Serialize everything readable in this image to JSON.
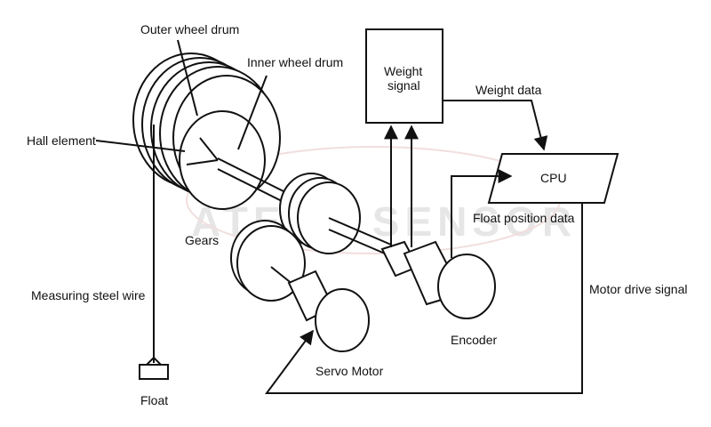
{
  "labels": {
    "outer_wheel_drum": "Outer wheel drum",
    "inner_wheel_drum": "Inner wheel drum",
    "hall_element": "Hall element",
    "gears": "Gears",
    "measuring_steel_wire": "Measuring steel wire",
    "float": "Float",
    "servo_motor": "Servo Motor",
    "encoder": "Encoder",
    "weight_signal_line1": "Weight",
    "weight_signal_line2": "signal",
    "weight_data": "Weight data",
    "cpu": "CPU",
    "float_position_data": "Float position data",
    "motor_drive_signal": "Motor drive signal"
  },
  "watermark": "ATECH SENSOR",
  "colors": {
    "line": "#111111",
    "watermark": "#e6e6e6",
    "background": "#ffffff"
  }
}
